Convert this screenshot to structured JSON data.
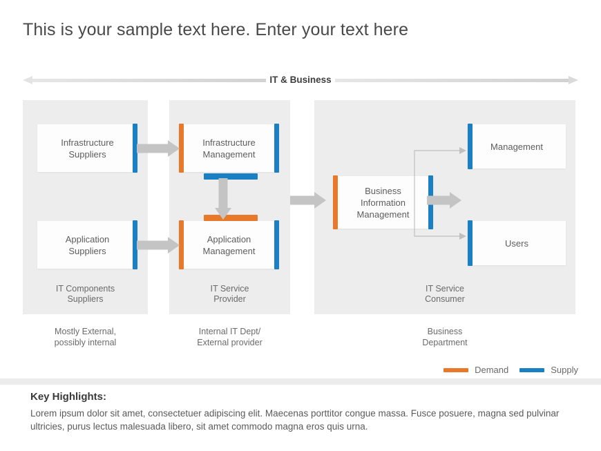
{
  "title": "This is your sample text here. Enter your text here",
  "band": {
    "label": "IT & Business"
  },
  "colors": {
    "demand": "#e8792a",
    "supply": "#1b7fc4",
    "panel": "#ededed",
    "arrow": "#c4c4c4"
  },
  "columns": [
    {
      "id": "it-components-suppliers",
      "caption": "IT Components\nSuppliers",
      "footnote": "Mostly External,\npossibly internal",
      "nodes": [
        {
          "id": "infrastructure-suppliers",
          "label": "Infrastructure\nSuppliers"
        },
        {
          "id": "application-suppliers",
          "label": "Application\nSuppliers"
        }
      ]
    },
    {
      "id": "it-service-provider",
      "caption": "IT Service\nProvider",
      "footnote": "Internal IT Dept/\nExternal provider",
      "nodes": [
        {
          "id": "infrastructure-management",
          "label": "Infrastructure\nManagement"
        },
        {
          "id": "application-management",
          "label": "Application\nManagement"
        }
      ]
    },
    {
      "id": "it-service-consumer",
      "caption": "IT Service\nConsumer",
      "footnote": "Business\nDepartment",
      "nodes": [
        {
          "id": "business-information-management",
          "label": "Business\nInformation\nManagement"
        },
        {
          "id": "management",
          "label": "Management"
        },
        {
          "id": "users",
          "label": "Users"
        }
      ]
    }
  ],
  "legend": [
    {
      "id": "demand",
      "label": "Demand",
      "color": "#e8792a"
    },
    {
      "id": "supply",
      "label": "Supply",
      "color": "#1b7fc4"
    }
  ],
  "footer": {
    "title": "Key Highlights:",
    "body": "Lorem ipsum dolor sit amet, consectetuer adipiscing elit. Maecenas porttitor congue massa. Fusce posuere, magna sed pulvinar ultricies, purus lectus malesuada libero, sit amet commodo magna eros quis urna."
  }
}
